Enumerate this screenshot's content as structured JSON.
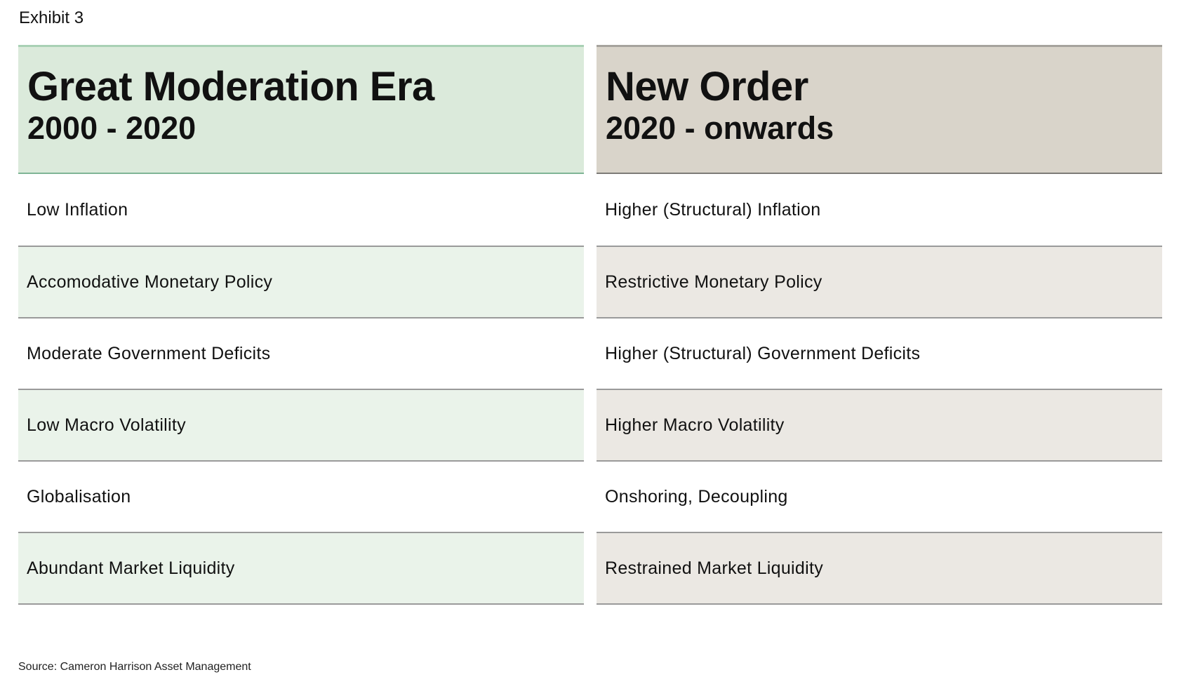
{
  "exhibit_label": "Exhibit 3",
  "columns": [
    {
      "title": "Great Moderation Era",
      "years": "2000 - 2020",
      "rows": [
        "Low Inflation",
        "Accomodative Monetary Policy",
        "Moderate Government Deficits",
        "Low Macro Volatility",
        "Globalisation",
        "Abundant Market Liquidity"
      ]
    },
    {
      "title": "New Order",
      "years": "2020 - onwards",
      "rows": [
        "Higher (Structural) Inflation",
        "Restrictive Monetary Policy",
        "Higher (Structural) Government Deficits",
        "Higher Macro Volatility",
        "Onshoring, Decoupling",
        "Restrained Market Liquidity"
      ]
    }
  ],
  "source": "Source:  Cameron Harrison Asset Management",
  "colors": {
    "left_header": "#dbeadb",
    "left_alt": "#eaf3ea",
    "right_header": "#d9d4ca",
    "right_alt": "#ebe8e3"
  }
}
